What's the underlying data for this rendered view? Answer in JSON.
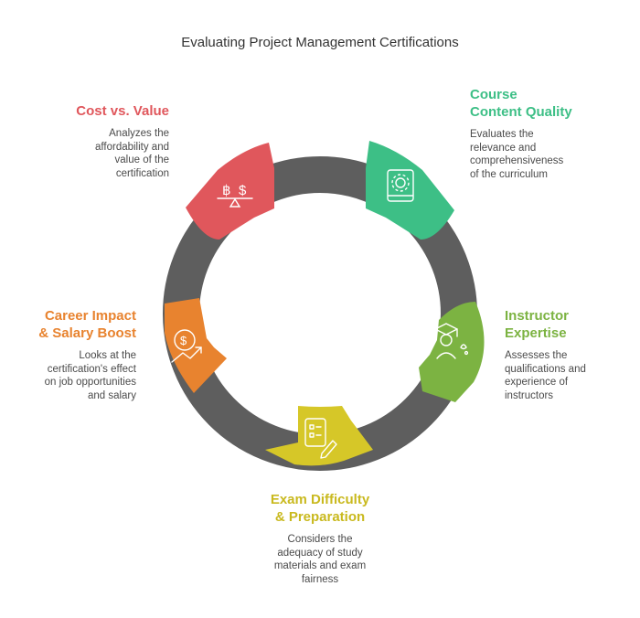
{
  "title": "Evaluating Project Management Certifications",
  "colors": {
    "ring": "#5e5e5e",
    "ring_dark": "#444444",
    "cost": "#e0575c",
    "course": "#3dbf86",
    "instructor": "#7cb342",
    "exam": "#d6c728",
    "career": "#e8832f",
    "icon": "#ffffff"
  },
  "segments": [
    {
      "id": "cost",
      "title": "Cost vs. Value",
      "description": "Analyzes the\naffordability and\nvalue of the\ncertification",
      "icon": "scale-currency-icon"
    },
    {
      "id": "course",
      "title": "Course\nContent Quality",
      "description": "Evaluates the\nrelevance and\ncomprehensiveness\nof the curriculum",
      "icon": "book-gear-icon"
    },
    {
      "id": "instructor",
      "title": "Instructor\nExpertise",
      "description": "Assesses the\nqualifications and\nexperience of\ninstructors",
      "icon": "graduate-icon"
    },
    {
      "id": "exam",
      "title": "Exam Difficulty\n& Preparation",
      "description": "Considers the\nadequacy of study\nmaterials and exam\nfairness",
      "icon": "checklist-pen-icon"
    },
    {
      "id": "career",
      "title": "Career Impact\n& Salary Boost",
      "description": "Looks at the\ncertification's effect\non job opportunities\nand salary",
      "icon": "dollar-growth-icon"
    }
  ]
}
